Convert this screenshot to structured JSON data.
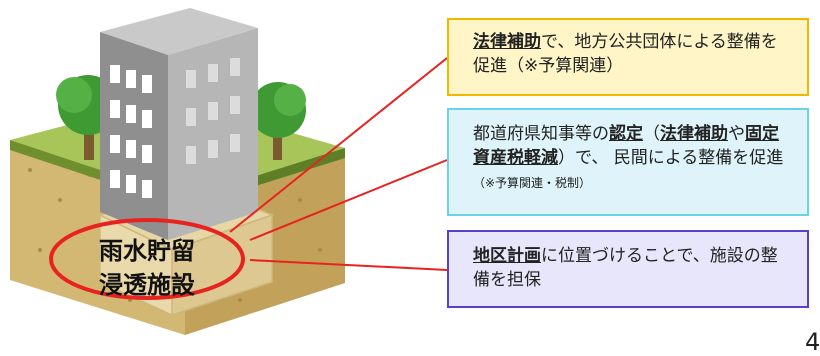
{
  "facility_label": {
    "line1": "雨水貯留",
    "line2": "浸透施設"
  },
  "callouts": [
    {
      "segments": [
        {
          "text": "法律補助",
          "strong": true
        },
        {
          "text": "で、地方公共団体による整備を促進（※予算関連）"
        }
      ]
    },
    {
      "segments": [
        {
          "text": "都道府県知事等の"
        },
        {
          "text": "認定",
          "strong": true
        },
        {
          "text": "（"
        },
        {
          "text": "法律補助",
          "strong": true
        },
        {
          "text": "や"
        },
        {
          "text": "固定資産税軽減",
          "strong": true
        },
        {
          "text": "）で、 民間による整備を促進"
        },
        {
          "text": "（※予算関連・税制）",
          "small": true
        }
      ]
    },
    {
      "segments": [
        {
          "text": "地区計画",
          "strong": true
        },
        {
          "text": "に位置づけることで、施設の整備を担保"
        }
      ]
    }
  ],
  "page_number": "4",
  "colors": {
    "leader_line": "#e8231f",
    "ellipse_stroke": "#e8231f",
    "box1_border": "#f2b800",
    "box2_border": "#6dd1ea",
    "box3_border": "#5a42c8"
  }
}
